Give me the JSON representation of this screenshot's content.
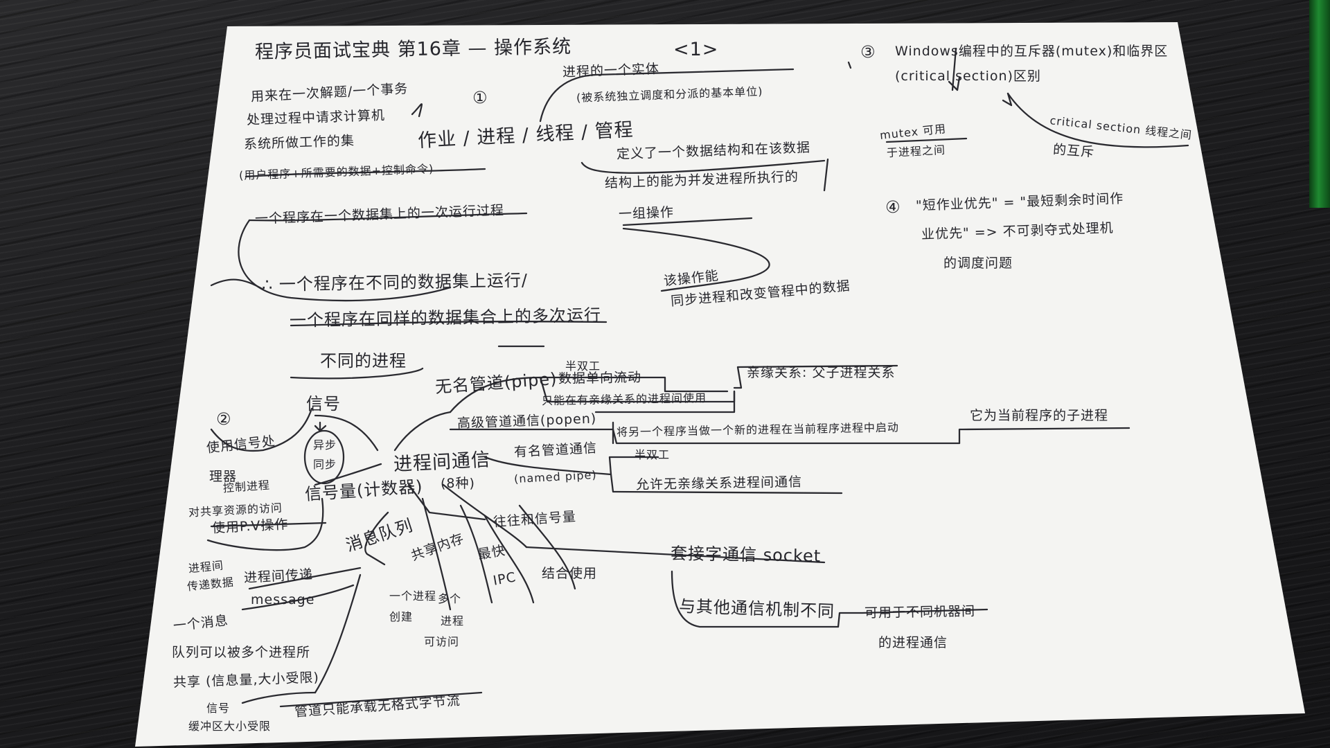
{
  "photo": {
    "subject": "handwritten mind map on white paper",
    "background": "dark wood desk",
    "accent_colors": {
      "ink": "#2a2a30",
      "paper": "#f4f4f2",
      "desk": "#1c1c1e",
      "green_edge": "#1f8a31"
    }
  },
  "header": {
    "title": "程序员面试宝典 第16章 — 操作系统",
    "page_mark": "<1>"
  },
  "process": {
    "num": "①",
    "left1": "用来在一次解题/一个事务",
    "left2": "处理过程中请求计算机",
    "left3": "系统所做工作的集",
    "left4": "(用户程序+所需要的数据+控制命令)",
    "center": "作业 / 进程 / 线程 / 管程",
    "thread1": "进程的一个实体",
    "thread2": "(被系统独立调度和分派的基本单位)",
    "monitor1": "定义了一个数据结构和在该数据",
    "monitor2": "结构上的能为并发进程所执行的",
    "monitor3": "一组操作",
    "monitor4": "该操作能",
    "monitor5": "同步进程和改变管程中的数据",
    "def1": "一个程序在一个数据集上的一次运行过程",
    "def2": "∴ 一个程序在不同的数据集上运行/",
    "def3": "一个程序在同样的数据集合上的多次运行",
    "def4": "不同的进程"
  },
  "ipc": {
    "num": "②",
    "center": "进程间通信",
    "count": "(8种)",
    "signal": "信号",
    "signal_a": "使用信号处",
    "signal_b": "理器",
    "signal_c": "控制进程",
    "async": "异步",
    "sync": "同步",
    "semaphore": "信号量(计数器)",
    "sem_note": "对共享资源的访问",
    "pv": "使用P.V操作",
    "msgqueue": "消息队列",
    "pass_note1": "进程间",
    "pass_note2": "传递数据",
    "pass": "进程间传递",
    "message": "message",
    "one_msg": "一个消息",
    "queue1": "队列可以被多个进程所",
    "queue2": "共享 (信息量,大小受限)",
    "sig_limit1": "信号",
    "sig_limit2": "缓冲区大小受限",
    "pipe_note": "管道只能承载无格式字节流",
    "shm": "共享内存",
    "shm_a1": "一个进程",
    "shm_a2": "创建",
    "shm_b1": "多个",
    "shm_b2": "进程",
    "shm_b3": "可访问",
    "fast1": "最快",
    "fast2": "IPC",
    "with_sem1": "往往和信号量",
    "with_sem2": "结合使用",
    "pipe": "无名管道(pipe)",
    "half_duplex": "半双工",
    "one_way": "数据单向流动",
    "kin_only": "只能在有亲缘关系的进程间使用",
    "kin_def": "亲缘关系: 父子进程关系",
    "popen": "高级管道通信(popen)",
    "popen_desc": "将另一个程序当做一个新的进程在当前程序进程中启动",
    "popen_desc2": "它为当前程序的子进程",
    "named": "有名管道通信",
    "named_en": "(named pipe)",
    "named_half": "半双工",
    "named_desc": "允许无亲缘关系进程间通信",
    "socket": "套接字通信 socket",
    "socket_diff": "与其他通信机制不同",
    "socket_desc1": "可用于不同机器间",
    "socket_desc2": "的进程通信"
  },
  "mutex": {
    "num": "③",
    "title1": "Windows编程中的互斥器(mutex)和临界区",
    "title2": "(critical section)区别",
    "m1": "mutex 可用",
    "m2": "于进程之间",
    "c1": "critical section 线程之间",
    "c2": "的互斥"
  },
  "sjf": {
    "num": "④",
    "l1": "\"短作业优先\" = \"最短剩余时间作",
    "l2": "业优先\" => 不可剥夺式处理机",
    "l3": "的调度问题"
  }
}
